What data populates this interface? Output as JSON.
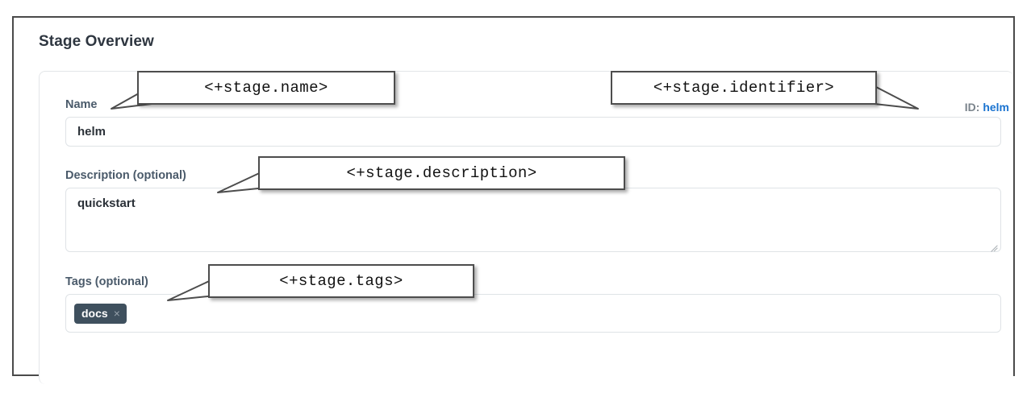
{
  "page": {
    "title": "Stage Overview"
  },
  "stage_form": {
    "name": {
      "label": "Name",
      "value": "helm",
      "placeholder": ""
    },
    "identifier": {
      "key_label": "ID:",
      "value": "helm"
    },
    "description": {
      "label": "Description (optional)",
      "value": "quickstart",
      "placeholder": ""
    },
    "tags": {
      "label": "Tags (optional)",
      "chips": [
        {
          "label": "docs",
          "remove_glyph": "×"
        }
      ]
    }
  },
  "annotations": [
    {
      "text": "<+stage.name>"
    },
    {
      "text": "<+stage.identifier>"
    },
    {
      "text": "<+stage.description>"
    },
    {
      "text": "<+stage.tags>"
    }
  ],
  "colors": {
    "label": "#4a5a6a",
    "link": "#1a73d0",
    "muted": "#7b848c",
    "chip_bg": "#3f505e",
    "frame_border": "#4a4a4a",
    "input_border": "#dfe3e6"
  }
}
